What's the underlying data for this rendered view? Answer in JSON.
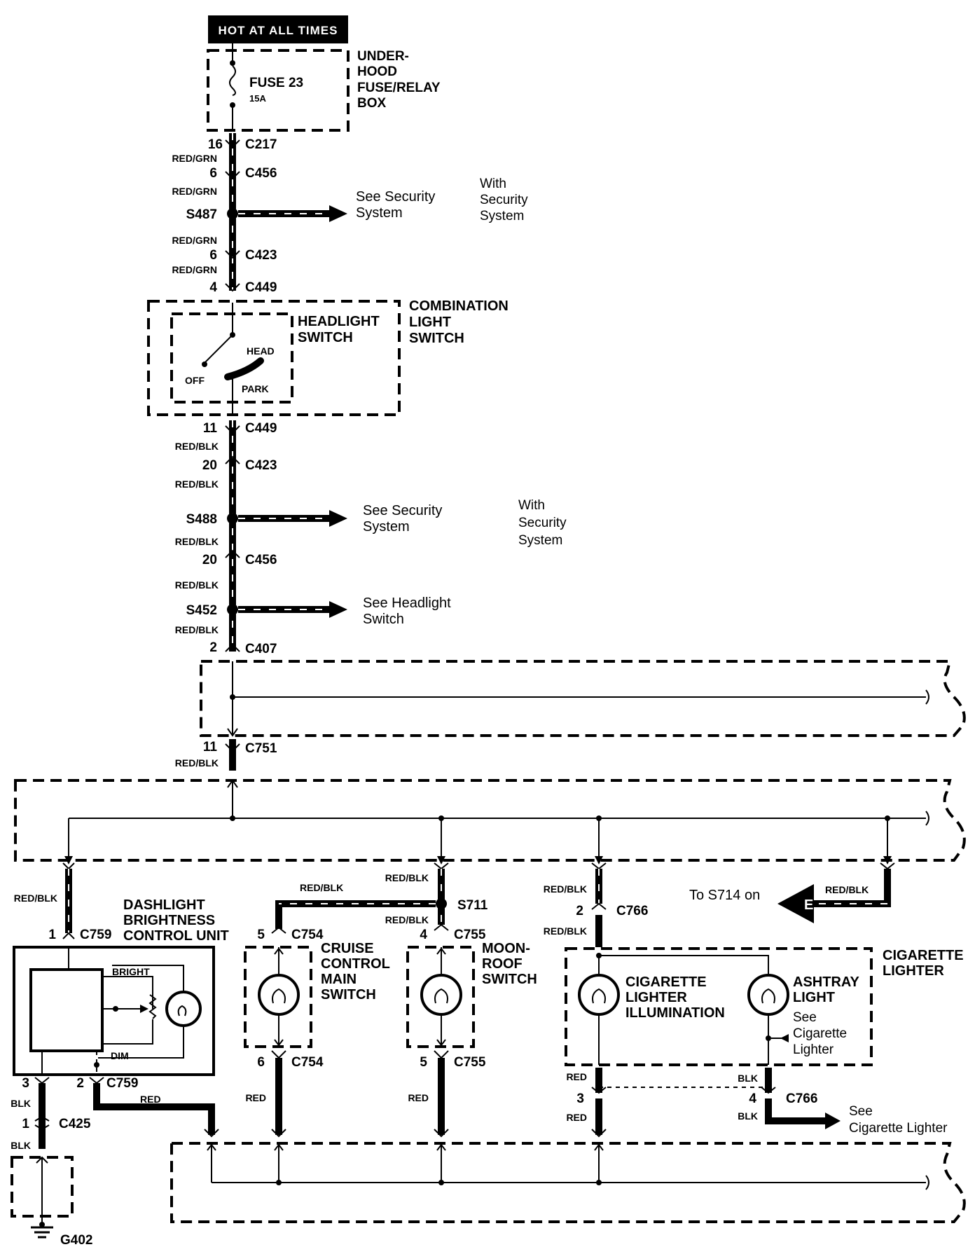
{
  "header": {
    "hot_label": "HOT AT ALL TIMES"
  },
  "fuse_box": {
    "fuse": "FUSE 23",
    "rating": "15A",
    "name_lines": [
      "UNDER-",
      "HOOD",
      "FUSE/RELAY",
      "BOX"
    ]
  },
  "connectors": {
    "c217": {
      "pin": "16",
      "name": "C217"
    },
    "c456a": {
      "pin": "6",
      "name": "C456"
    },
    "c423a": {
      "pin": "6",
      "name": "C423"
    },
    "c449a": {
      "pin": "4",
      "name": "C449"
    },
    "c449b": {
      "pin": "11",
      "name": "C449"
    },
    "c423b": {
      "pin": "20",
      "name": "C423"
    },
    "c456b": {
      "pin": "20",
      "name": "C456"
    },
    "c407": {
      "pin": "2",
      "name": "C407"
    },
    "c751": {
      "pin": "11",
      "name": "C751"
    },
    "c759a": {
      "pin": "1",
      "name": "C759"
    },
    "c759b": {
      "pin3": "3",
      "pin2": "2",
      "name": "C759"
    },
    "c425": {
      "pin": "1",
      "name": "C425"
    },
    "c754a": {
      "pin": "5",
      "name": "C754"
    },
    "c754b": {
      "pin": "6",
      "name": "C754"
    },
    "c755a": {
      "pin": "4",
      "name": "C755"
    },
    "c755b": {
      "pin": "5",
      "name": "C755"
    },
    "c766a": {
      "pin": "2",
      "name": "C766"
    },
    "c766b": {
      "pin3": "3",
      "pin4": "4",
      "name": "C766"
    }
  },
  "wires": {
    "red_grn": "RED/GRN",
    "red_blk": "RED/BLK",
    "red": "RED",
    "blk": "BLK"
  },
  "splices": {
    "s487": "S487",
    "s488": "S488",
    "s452": "S452",
    "s711": "S711"
  },
  "references": {
    "see_security_line1": "See Security",
    "see_security_line2": "System",
    "with_security": [
      "With",
      "Security",
      "System"
    ],
    "see_headlight": [
      "See Headlight",
      "Switch"
    ],
    "to_s714": "To S714 on",
    "e_marker": "E",
    "see_cig": [
      "See",
      "Cigarette  Lighter"
    ],
    "see_cig_ashtray": [
      "See",
      "Cigarette",
      "Lighter"
    ]
  },
  "combination_switch": {
    "name_lines": [
      "COMBINATION",
      "LIGHT",
      "SWITCH"
    ],
    "headlight_lines": [
      "HEADLIGHT",
      "SWITCH"
    ],
    "positions": {
      "head": "HEAD",
      "off": "OFF",
      "park": "PARK"
    }
  },
  "dashlight": {
    "name_lines": [
      "DASHLIGHT",
      "BRIGHTNESS",
      "CONTROL UNIT"
    ],
    "bright": "BRIGHT",
    "dim": "DIM"
  },
  "cruise": {
    "name_lines": [
      "CRUISE",
      "CONTROL",
      "MAIN",
      "SWITCH"
    ]
  },
  "moonroof": {
    "name_lines": [
      "MOON-",
      "ROOF",
      "SWITCH"
    ]
  },
  "cigarette": {
    "name_lines": [
      "CIGARETTE",
      "LIGHTER"
    ],
    "illum_lines": [
      "CIGARETTE",
      "LIGHTER",
      "ILLUMINATION"
    ],
    "ashtray_lines": [
      "ASHTRAY",
      "LIGHT"
    ]
  },
  "ground": {
    "name": "G402"
  }
}
